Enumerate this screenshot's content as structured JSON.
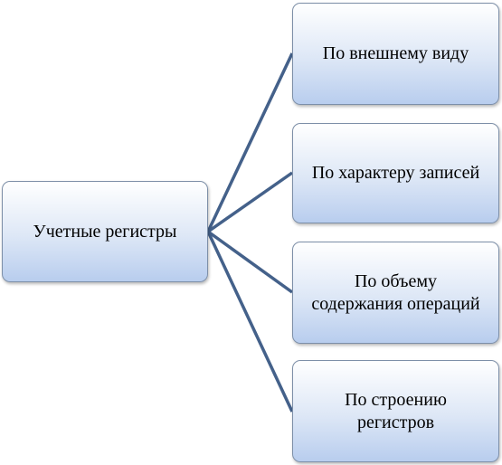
{
  "diagram": {
    "root": {
      "label": "Учетные регистры"
    },
    "children": [
      {
        "label": "По внешнему виду"
      },
      {
        "label": "По характеру записей"
      },
      {
        "label": "По объему\nсодержания операций"
      },
      {
        "label": "По строению\nрегистров"
      }
    ]
  },
  "colors": {
    "connector": "#44618a",
    "node_border": "#7d8fa8",
    "node_fill_top": "#ffffff",
    "node_fill_bottom": "#b8cdee"
  }
}
